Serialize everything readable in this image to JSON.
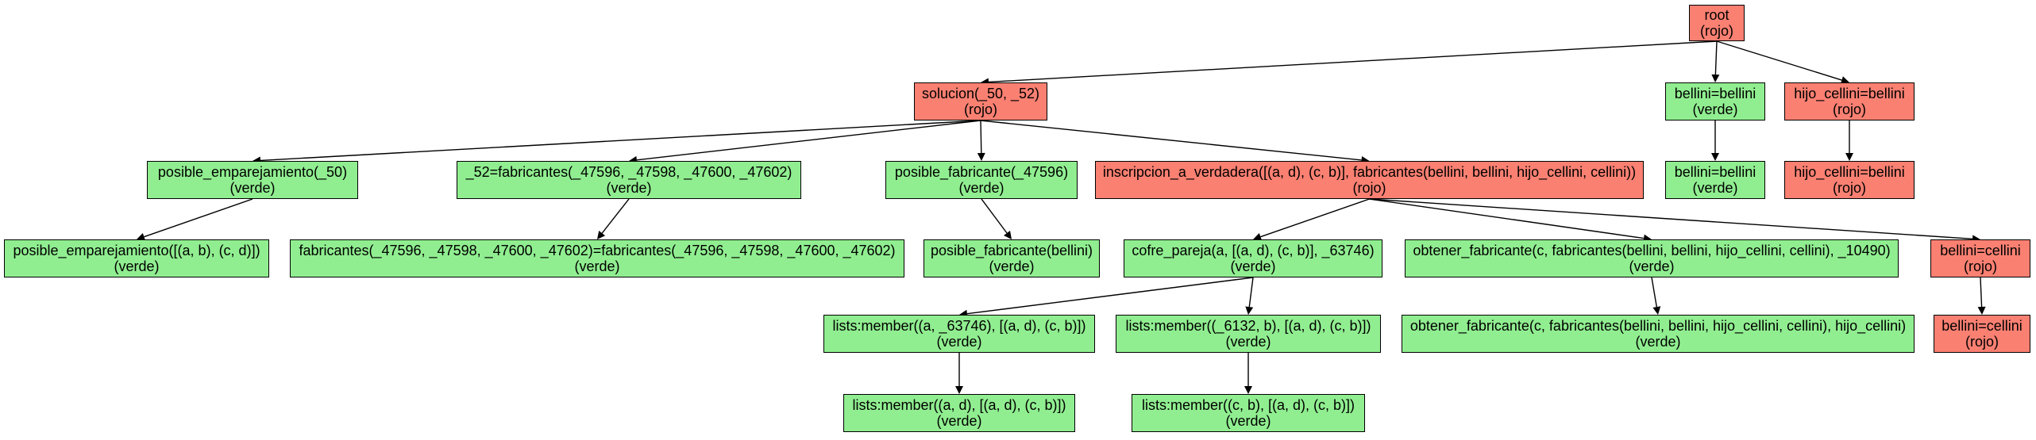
{
  "colors": {
    "rojo": "#fa8072",
    "verde": "#90ee90",
    "edge": "#000000"
  },
  "nodes": {
    "root": {
      "label": "root",
      "status": "(rojo)",
      "color": "rojo"
    },
    "solucion": {
      "label": "solucion(_50, _52)",
      "status": "(rojo)",
      "color": "rojo"
    },
    "bellini_a": {
      "label": "bellini=bellini",
      "status": "(verde)",
      "color": "verde"
    },
    "bellini_b": {
      "label": "bellini=bellini",
      "status": "(verde)",
      "color": "verde"
    },
    "hijo_a": {
      "label": "hijo_cellini=bellini",
      "status": "(rojo)",
      "color": "rojo"
    },
    "hijo_b": {
      "label": "hijo_cellini=bellini",
      "status": "(rojo)",
      "color": "rojo"
    },
    "posible_emp": {
      "label": "posible_emparejamiento(_50)",
      "status": "(verde)",
      "color": "verde"
    },
    "posible_emp_list": {
      "label": "posible_emparejamiento([(a, b), (c, d)])",
      "status": "(verde)",
      "color": "verde"
    },
    "fab52": {
      "label": "_52=fabricantes(_47596, _47598, _47600, _47602)",
      "status": "(verde)",
      "color": "verde"
    },
    "fab_eq": {
      "label": "fabricantes(_47596, _47598, _47600, _47602)=fabricantes(_47596, _47598, _47600, _47602)",
      "status": "(verde)",
      "color": "verde"
    },
    "posible_fab": {
      "label": "posible_fabricante(_47596)",
      "status": "(verde)",
      "color": "verde"
    },
    "posible_fab_bellini": {
      "label": "posible_fabricante(bellini)",
      "status": "(verde)",
      "color": "verde"
    },
    "inscripcion": {
      "label": "inscripcion_a_verdadera([(a, d), (c, b)], fabricantes(bellini, bellini, hijo_cellini, cellini))",
      "status": "(rojo)",
      "color": "rojo"
    },
    "cofre": {
      "label": "cofre_pareja(a, [(a, d), (c, b)], _63746)",
      "status": "(verde)",
      "color": "verde"
    },
    "obtener1": {
      "label": "obtener_fabricante(c, fabricantes(bellini, bellini, hijo_cellini, cellini), _10490)",
      "status": "(verde)",
      "color": "verde"
    },
    "obtener2": {
      "label": "obtener_fabricante(c, fabricantes(bellini, bellini, hijo_cellini, cellini), hijo_cellini)",
      "status": "(verde)",
      "color": "verde"
    },
    "cellini_a": {
      "label": "bellini=cellini",
      "status": "(rojo)",
      "color": "rojo"
    },
    "cellini_b": {
      "label": "bellini=cellini",
      "status": "(rojo)",
      "color": "rojo"
    },
    "member1": {
      "label": "lists:member((a, _63746), [(a, d), (c, b)])",
      "status": "(verde)",
      "color": "verde"
    },
    "member1b": {
      "label": "lists:member((a, d), [(a, d), (c, b)])",
      "status": "(verde)",
      "color": "verde"
    },
    "member2": {
      "label": "lists:member((_6132, b), [(a, d), (c, b)])",
      "status": "(verde)",
      "color": "verde"
    },
    "member2b": {
      "label": "lists:member((c, b), [(a, d), (c, b)])",
      "status": "(verde)",
      "color": "verde"
    }
  },
  "edges": [
    [
      "root",
      "solucion"
    ],
    [
      "root",
      "bellini_a"
    ],
    [
      "root",
      "hijo_a"
    ],
    [
      "bellini_a",
      "bellini_b"
    ],
    [
      "hijo_a",
      "hijo_b"
    ],
    [
      "solucion",
      "posible_emp"
    ],
    [
      "solucion",
      "fab52"
    ],
    [
      "solucion",
      "posible_fab"
    ],
    [
      "solucion",
      "inscripcion"
    ],
    [
      "posible_emp",
      "posible_emp_list"
    ],
    [
      "fab52",
      "fab_eq"
    ],
    [
      "posible_fab",
      "posible_fab_bellini"
    ],
    [
      "inscripcion",
      "cofre"
    ],
    [
      "inscripcion",
      "obtener1"
    ],
    [
      "inscripcion",
      "cellini_a"
    ],
    [
      "obtener1",
      "obtener2"
    ],
    [
      "cellini_a",
      "cellini_b"
    ],
    [
      "cofre",
      "member1"
    ],
    [
      "cofre",
      "member2"
    ],
    [
      "member1",
      "member1b"
    ],
    [
      "member2",
      "member2b"
    ]
  ]
}
